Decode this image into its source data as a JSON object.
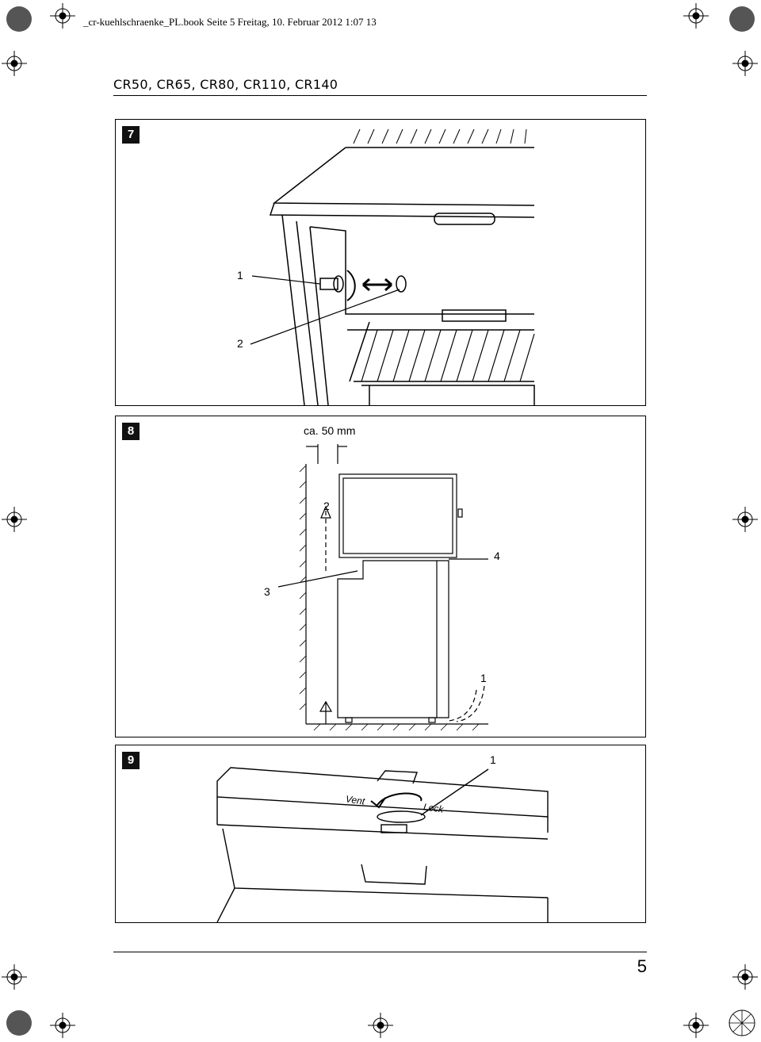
{
  "header": {
    "print_line": "_cr-kuehlschraenke_PL.book  Seite 5  Freitag, 10. Februar 2012  1:07 13"
  },
  "title": "CR50, CR65, CR80, CR110, CR140",
  "figures": [
    {
      "number": "7",
      "callouts": [
        "1",
        "2"
      ]
    },
    {
      "number": "8",
      "dimension": "ca. 50 mm",
      "callouts": [
        "2",
        "4",
        "3",
        "1"
      ]
    },
    {
      "number": "9",
      "callouts": [
        "1"
      ],
      "knob_labels": [
        "Vent",
        "Lock"
      ]
    }
  ],
  "page_number": "5"
}
